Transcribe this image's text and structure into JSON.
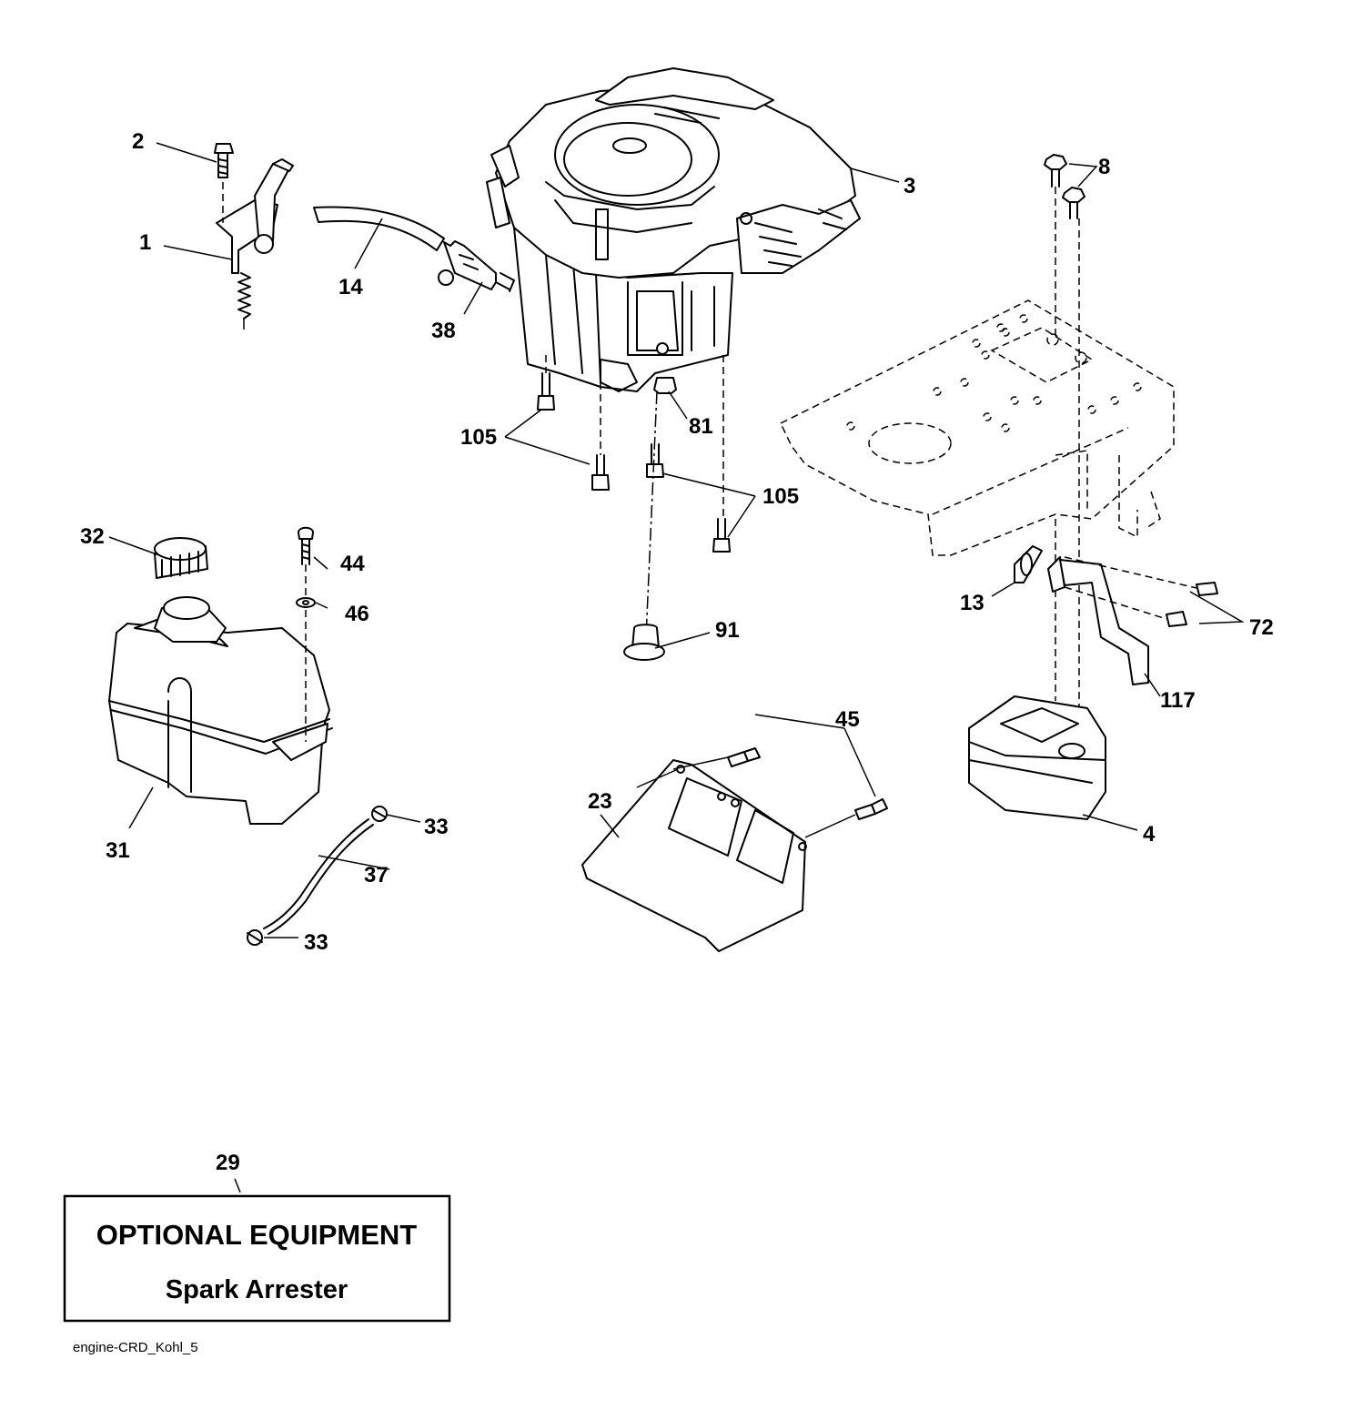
{
  "callouts": {
    "c1": "1",
    "c2": "2",
    "c3": "3",
    "c4": "4",
    "c8": "8",
    "c13": "13",
    "c14": "14",
    "c23": "23",
    "c29": "29",
    "c31": "31",
    "c32": "32",
    "c33a": "33",
    "c33b": "33",
    "c37": "37",
    "c38": "38",
    "c44": "44",
    "c45": "45",
    "c46": "46",
    "c72": "72",
    "c81": "81",
    "c91": "91",
    "c105a": "105",
    "c105b": "105",
    "c117": "117"
  },
  "optional_box": {
    "title": "OPTIONAL EQUIPMENT",
    "subtitle": "Spark Arrester"
  },
  "drawing_code": "engine-CRD_Kohl_5"
}
